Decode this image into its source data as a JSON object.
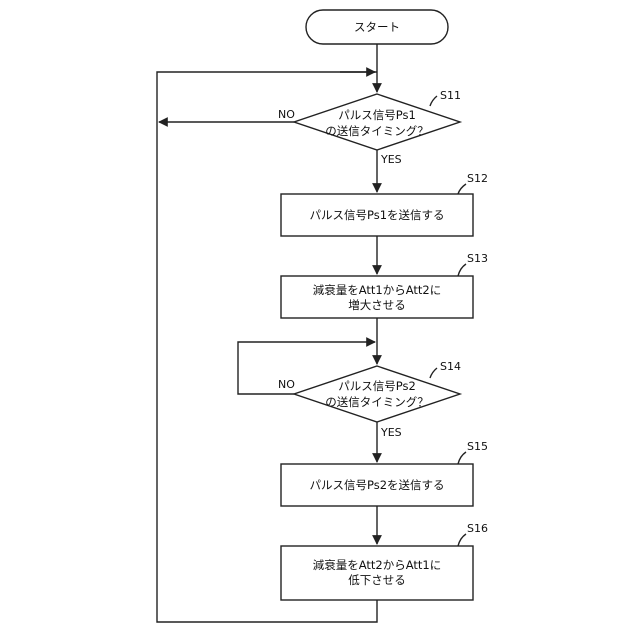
{
  "flowchart": {
    "start": {
      "text": "スタート"
    },
    "s11": {
      "step": "S11",
      "lines": [
        "パルス信号Ps1",
        "の送信タイミング？"
      ]
    },
    "s12": {
      "step": "S12",
      "lines": [
        "パルス信号Ps1を送信する"
      ]
    },
    "s13": {
      "step": "S13",
      "lines": [
        "減衰量をAtt1からAtt2に",
        "増大させる"
      ]
    },
    "s14": {
      "step": "S14",
      "lines": [
        "パルス信号Ps2",
        "の送信タイミング？"
      ]
    },
    "s15": {
      "step": "S15",
      "lines": [
        "パルス信号Ps2を送信する"
      ]
    },
    "s16": {
      "step": "S16",
      "lines": [
        "減衰量をAtt2からAtt1に",
        "低下させる"
      ]
    },
    "labels": {
      "yes": "YES",
      "no": "NO"
    }
  }
}
